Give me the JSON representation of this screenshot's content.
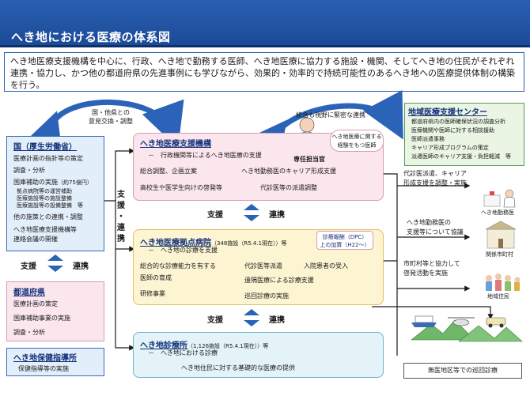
{
  "title": "へき地における医療の体系図",
  "intro": "へき地医療支援機構を中心に、行政、へき地で勤務する医師、へき地医療に協力する施設・機関、そしてへき地の住民がそれぞれ連携・協力し、かつ他の都道府県の先進事例にも学びながら、効果的・効率的で持続可能性のあるへき地への医療提供体制の構築を行う。",
  "top_arrow_label": [
    "国・他県との",
    "意見交換・調整"
  ],
  "cooperation_label": "統合も視野に緊密な連携",
  "national": {
    "head": "国（厚生労働省）",
    "items": [
      "医療計画の指針等の策定",
      "調査・分析",
      "国庫補助の実施",
      "（約75億円）",
      "拠点病院等の運営補助",
      "医療施設等の施設整備",
      "医療施設等の設備整備",
      "等",
      "他の施策との連携・調整",
      "へき地医療支援機構等",
      "連絡会議の開催"
    ]
  },
  "side_support": [
    "支援",
    "・",
    "連携"
  ],
  "left_support": [
    "支援",
    "連携"
  ],
  "prefecture": {
    "head": "都道府県",
    "items": [
      "医療計画の策定",
      "国庫補助事業の実施",
      "調査・分析"
    ]
  },
  "health_center": {
    "head": "へき地保健指導所",
    "items": [
      "保健指導等の実施"
    ]
  },
  "support_org": {
    "head": "へき地医療支援機構",
    "item1": "－　行政機関等によるへき地医療の支援",
    "item2a": "総合調整、企画立案",
    "item2b": "へき地勤務医のキャリア形成支援",
    "item3a": "高校生や医学生向けの啓発等",
    "item3b": "代診医等の派遣調整",
    "staff_bubble": [
      "へき地医療に関する",
      "経験をもつ医師"
    ],
    "staff_label": "専任担当官"
  },
  "mid_support": [
    "支援",
    "連携"
  ],
  "base_hospital": {
    "head": "へき地医療拠点病院",
    "count": "（348施設（R5.4.1現在））等",
    "item1": "－　へき地の診療を支援",
    "badge": [
      "診療報酬（DPC）",
      "上の加算（H22～）"
    ],
    "rowA1": "総合的な診療能力を有する",
    "rowA2": "代診医等派遣",
    "rowA3": "入院患者の受入",
    "rowB1": "医師の育成",
    "rowB2": "遠隔医療による診療支援",
    "rowC1": "研修事業",
    "rowC2": "巡回診療の実施"
  },
  "bottom_support": [
    "支援",
    "連携"
  ],
  "clinic": {
    "head": "へき地診療所",
    "count": "（1,126施設（R5.4.1現在））等",
    "item1": "－　へき地における診療",
    "item2": "へき地住民に対する基礎的な医療の提供"
  },
  "regional_center": {
    "head": "地域医療支援センター",
    "items": [
      "都道府県内の医師確保状況の調査分析",
      "医療機関や医師に対する相談援助",
      "医師派遣事務",
      "キャリア形成プログラムの策定",
      "派遣医師のキャリア支援・負担軽減　等"
    ]
  },
  "right_col": {
    "r1": [
      "代診医派遣、キャリア",
      "形成支援を調整・実施"
    ],
    "r1_caption": "へき地勤務医",
    "r2": [
      "へき地勤務医の",
      "支援等について協議"
    ],
    "r2_caption": "関係市町村",
    "r3": [
      "市町村等と協力して",
      "啓発活動を実施"
    ],
    "r3_caption": "地域住民",
    "r4": "無医地区等での巡回診療"
  },
  "colors": {
    "title_blue": "#1b4a97",
    "arrow_blue": "#2b63b8",
    "navy": "#14327a"
  }
}
